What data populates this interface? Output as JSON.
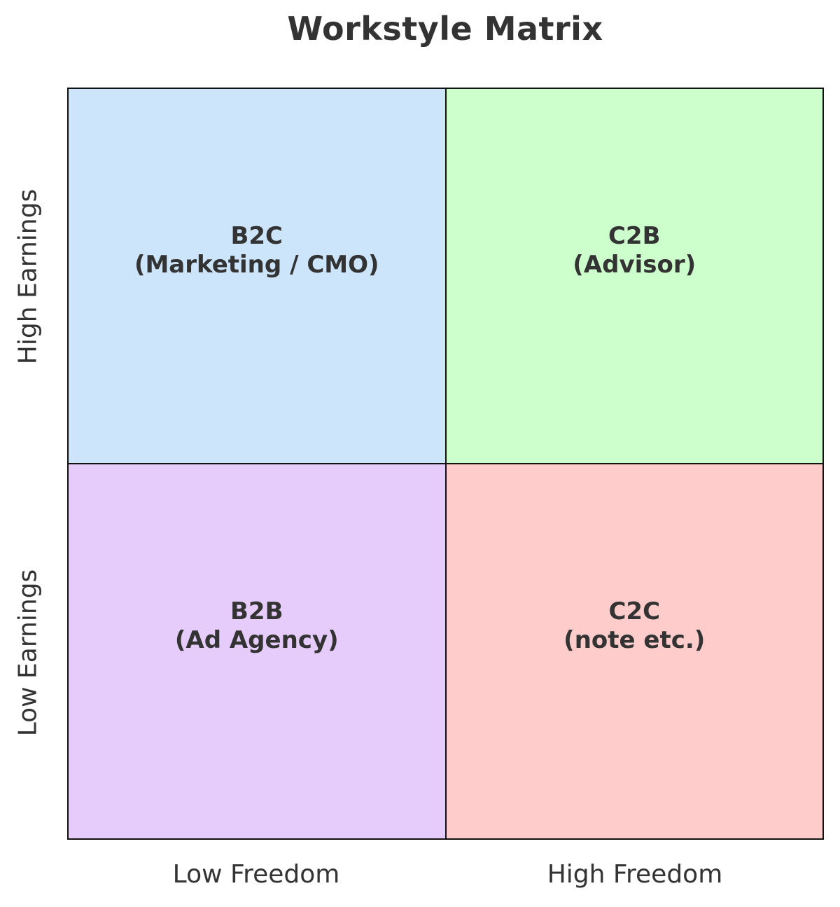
{
  "title": "Workstyle Matrix",
  "axes": {
    "x_low": "Low Freedom",
    "x_high": "High Freedom",
    "y_high": "High Earnings",
    "y_low": "Low Earnings"
  },
  "quadrants": {
    "top_left": {
      "name": "B2C",
      "detail": "(Marketing / CMO)",
      "color": "#cce5fb"
    },
    "top_right": {
      "name": "C2B",
      "detail": "(Advisor)",
      "color": "#ccffcc"
    },
    "bottom_left": {
      "name": "B2B",
      "detail": "(Ad Agency)",
      "color": "#e6ccfb"
    },
    "bottom_right": {
      "name": "C2C",
      "detail": "(note etc.)",
      "color": "#ffcccc"
    }
  }
}
